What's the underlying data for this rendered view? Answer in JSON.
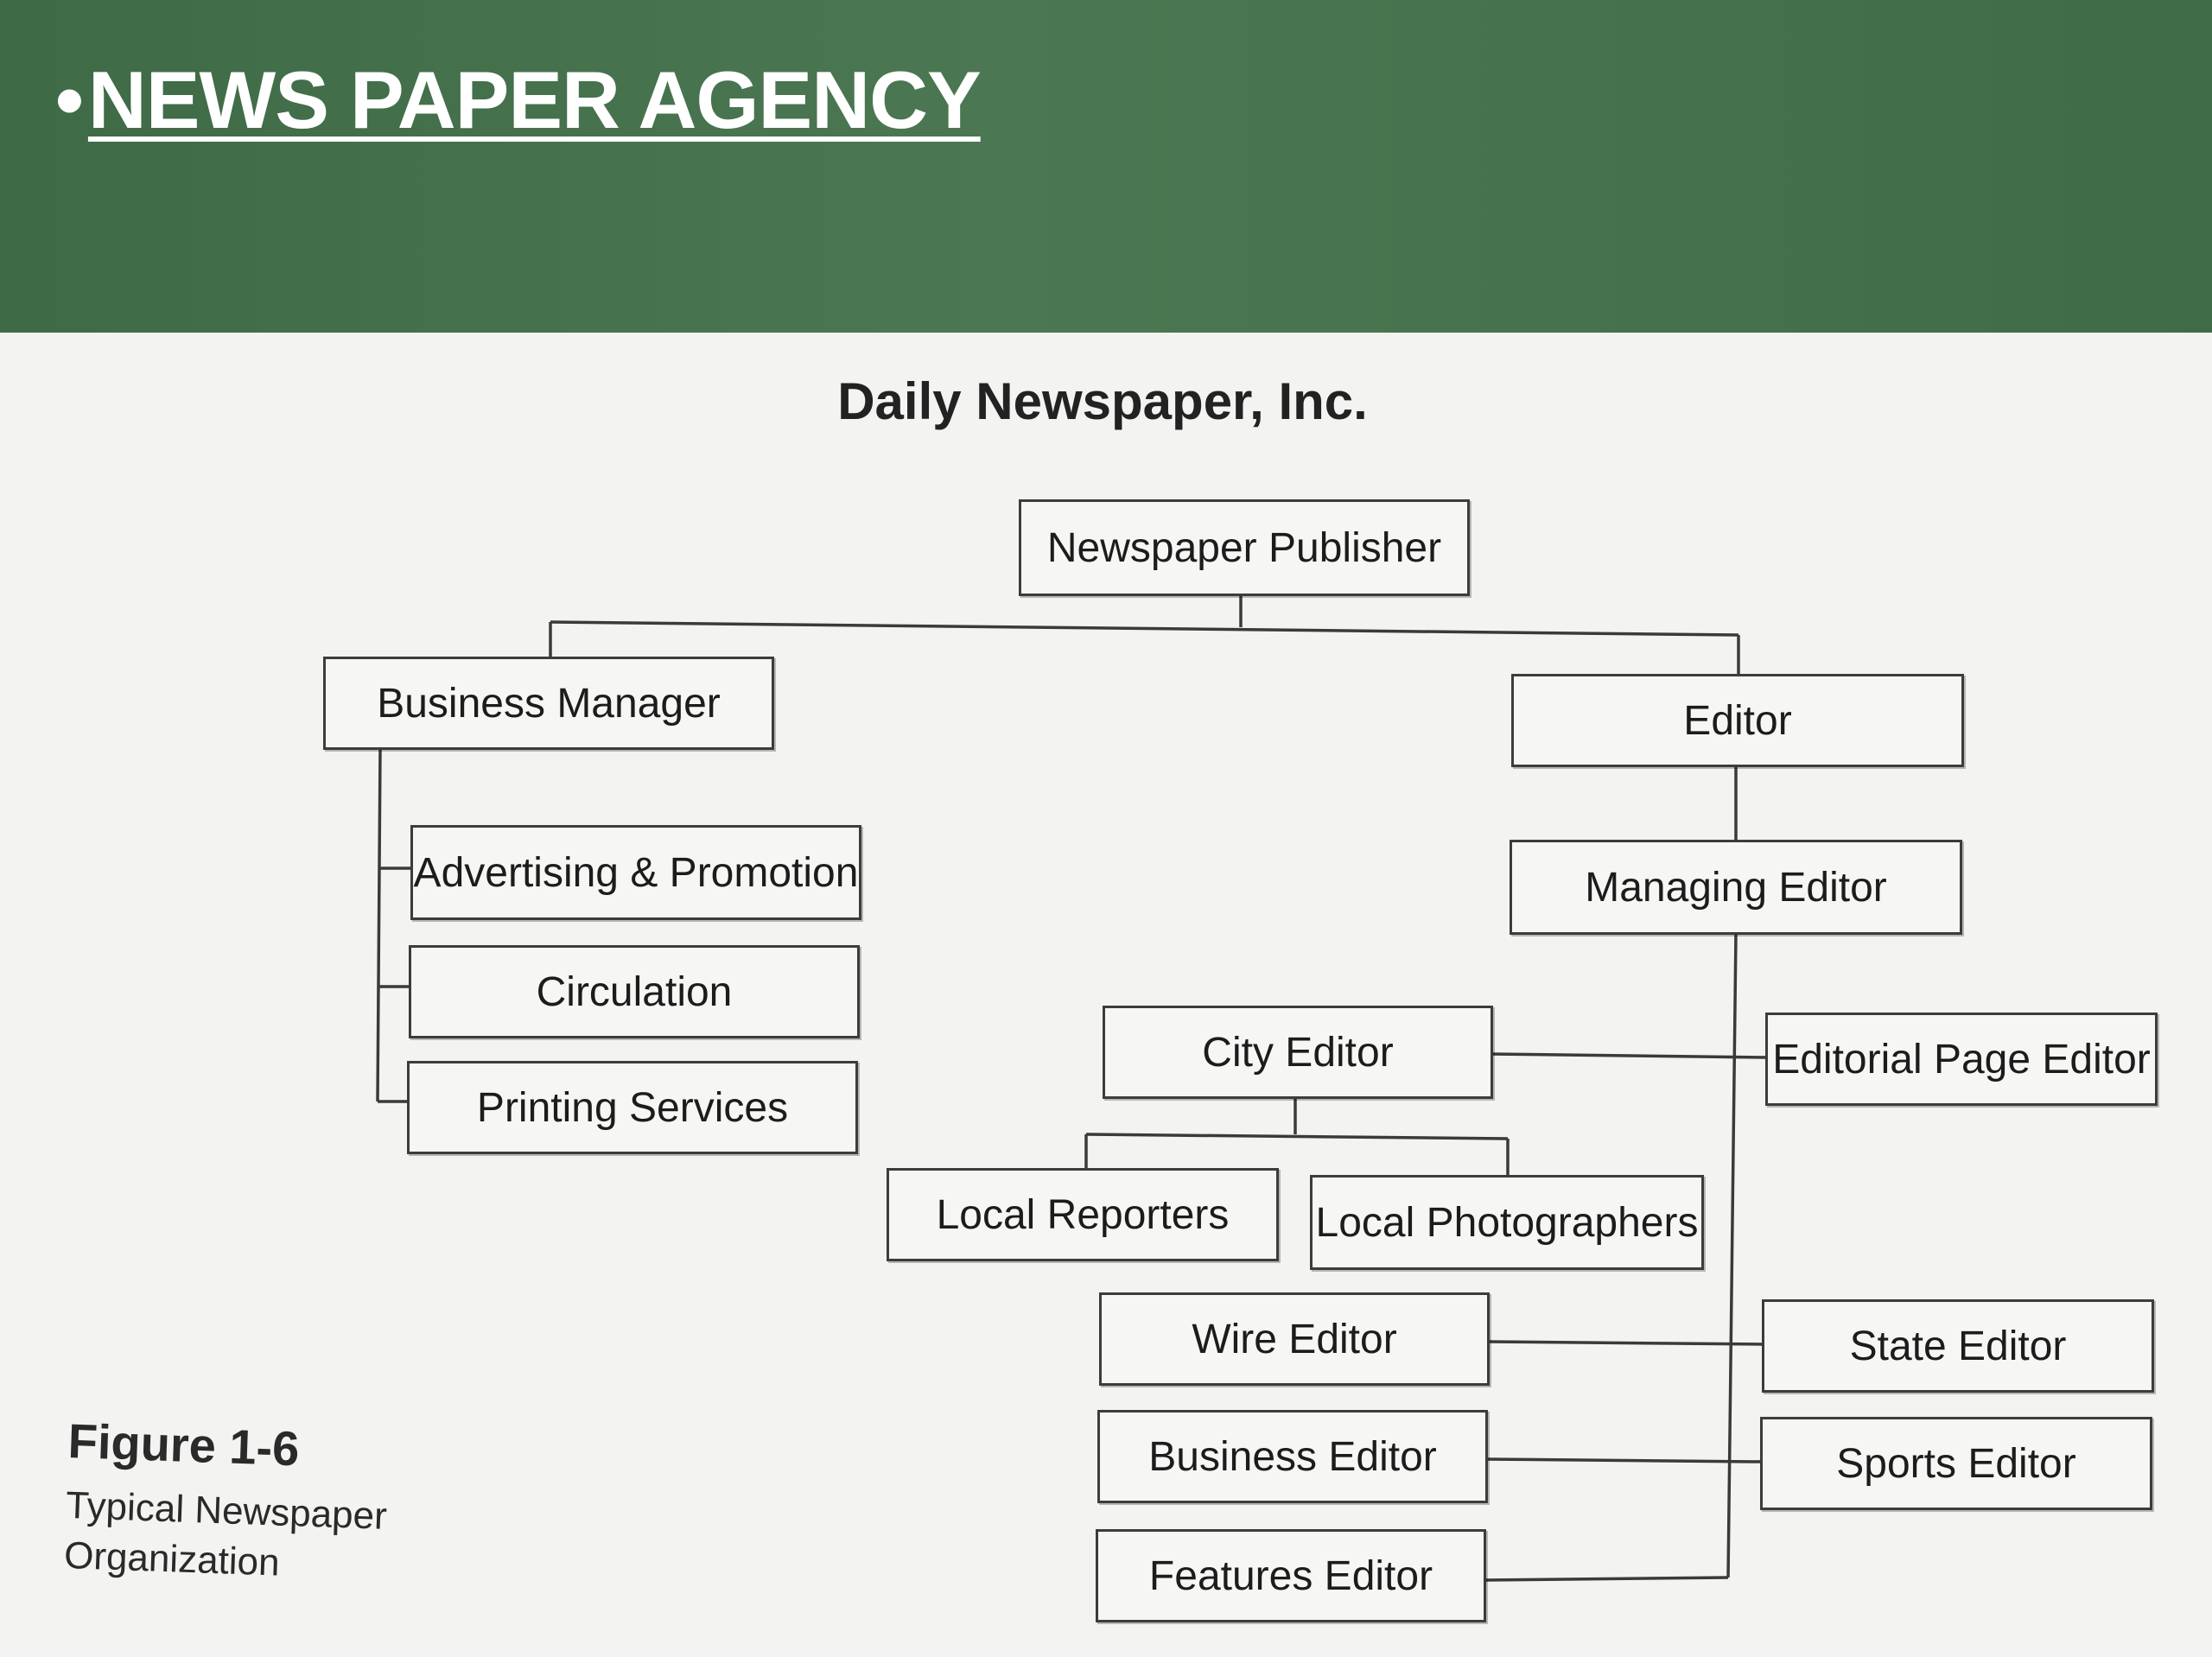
{
  "slide": {
    "bullet": "•",
    "title": "NEWS PAPER AGENCY",
    "colors": {
      "header": "#467250",
      "title": "#ffffff",
      "paper": "#f3f3f1"
    }
  },
  "diagram": {
    "title": "Daily Newspaper, Inc.",
    "nodes": {
      "publisher": "Newspaper Publisher",
      "business_manager": "Business Manager",
      "editor": "Editor",
      "advertising": "Advertising & Promotion",
      "circulation": "Circulation",
      "printing": "Printing Services",
      "managing_editor": "Managing Editor",
      "city_editor": "City Editor",
      "editorial_page_editor": "Editorial Page Editor",
      "local_reporters": "Local Reporters",
      "local_photographers": "Local Photographers",
      "wire_editor": "Wire Editor",
      "state_editor": "State Editor",
      "business_editor": "Business Editor",
      "sports_editor": "Sports Editor",
      "features_editor": "Features Editor"
    },
    "edges": [
      [
        "publisher",
        "business_manager"
      ],
      [
        "publisher",
        "editor"
      ],
      [
        "business_manager",
        "advertising"
      ],
      [
        "business_manager",
        "circulation"
      ],
      [
        "business_manager",
        "printing"
      ],
      [
        "editor",
        "managing_editor"
      ],
      [
        "managing_editor",
        "city_editor"
      ],
      [
        "managing_editor",
        "editorial_page_editor"
      ],
      [
        "city_editor",
        "local_reporters"
      ],
      [
        "city_editor",
        "local_photographers"
      ],
      [
        "managing_editor",
        "wire_editor"
      ],
      [
        "managing_editor",
        "state_editor"
      ],
      [
        "managing_editor",
        "business_editor"
      ],
      [
        "managing_editor",
        "sports_editor"
      ],
      [
        "managing_editor",
        "features_editor"
      ]
    ]
  },
  "caption": {
    "figure": "Figure 1-6",
    "text": "Typical Newspaper Organization"
  }
}
